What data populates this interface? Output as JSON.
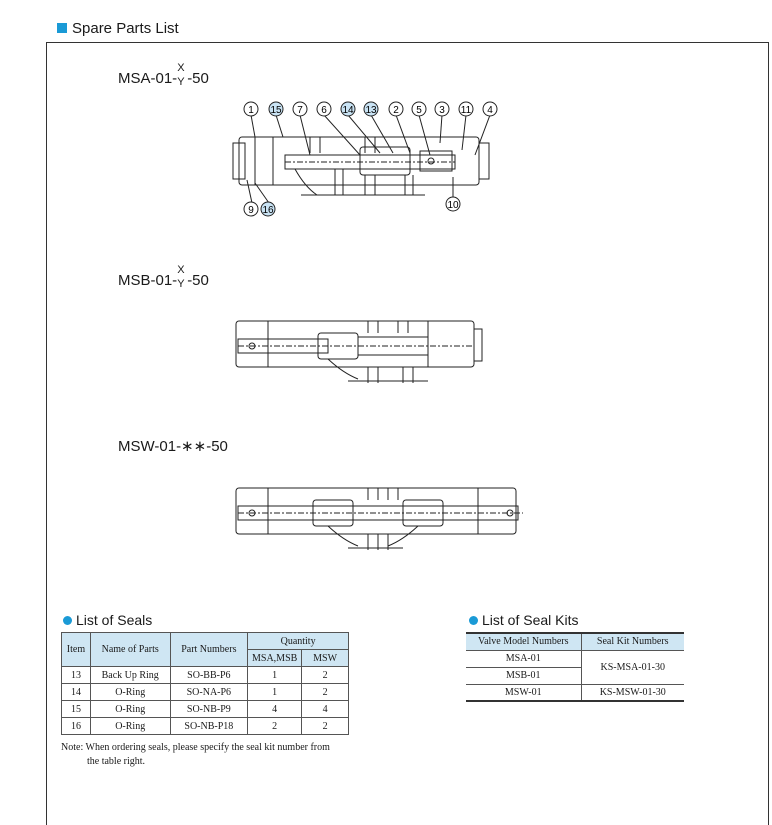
{
  "section_title": "Spare Parts List",
  "models": {
    "msa": {
      "prefix": "MSA-01-",
      "top": "X",
      "bottom": "Y",
      "suffix": "-50"
    },
    "msb": {
      "prefix": "MSB-01-",
      "top": "X",
      "bottom": "Y",
      "suffix": "-50"
    },
    "msw": {
      "label": "MSW-01-∗∗-50"
    }
  },
  "callouts": {
    "top_row": [
      "1",
      "15",
      "7",
      "6",
      "14",
      "13",
      "2",
      "5",
      "3",
      "11",
      "4"
    ],
    "bottom_left": [
      "9",
      "16"
    ],
    "bottom_right": [
      "10"
    ],
    "highlighted": [
      "15",
      "14",
      "13",
      "16"
    ],
    "highlight_color": "#c9e3f4"
  },
  "seals": {
    "title": "List of Seals",
    "headers": {
      "item": "Item",
      "name": "Name of Parts",
      "part": "Part Numbers",
      "quantity": "Quantity",
      "qa": "MSA,MSB",
      "qb": "MSW"
    },
    "rows": [
      {
        "item": "13",
        "name": "Back Up Ring",
        "part": "SO-BB-P6",
        "qa": "1",
        "qb": "2"
      },
      {
        "item": "14",
        "name": "O-Ring",
        "part": "SO-NA-P6",
        "qa": "1",
        "qb": "2"
      },
      {
        "item": "15",
        "name": "O-Ring",
        "part": "SO-NB-P9",
        "qa": "4",
        "qb": "4"
      },
      {
        "item": "16",
        "name": "O-Ring",
        "part": "SO-NB-P18",
        "qa": "2",
        "qb": "2"
      }
    ],
    "note_line1": "Note: When ordering seals, please specify the seal kit number from",
    "note_line2": "the table  right."
  },
  "kits": {
    "title": "List of Seal Kits",
    "headers": {
      "model": "Valve Model Numbers",
      "kit": "Seal Kit Numbers"
    },
    "rows": [
      {
        "model": "MSA-01",
        "kit": "KS-MSA-01-30"
      },
      {
        "model": "MSB-01",
        "kit": ""
      },
      {
        "model": "MSW-01",
        "kit": "KS-MSW-01-30"
      }
    ]
  },
  "colors": {
    "accent": "#1a9ad6",
    "table_header": "#cfe6f3"
  }
}
